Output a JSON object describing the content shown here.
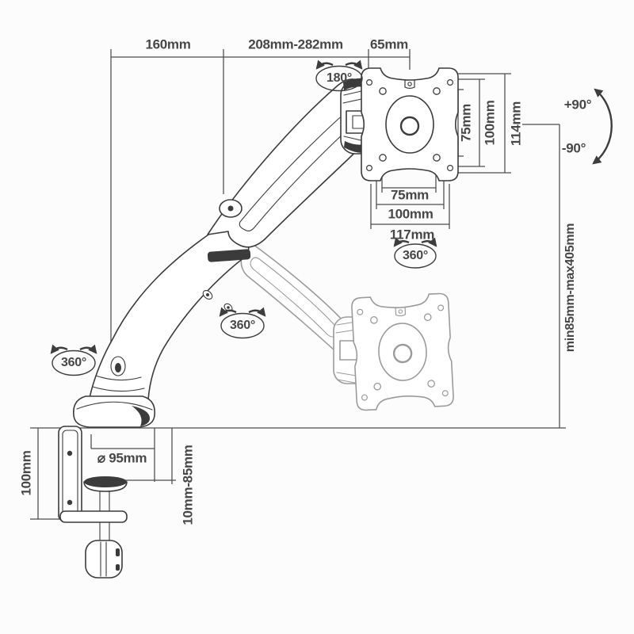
{
  "title": "Gas spring monitor arm dimensional diagram",
  "colors": {
    "background": "#fcfcfc",
    "line": "#3b3b3b",
    "ghost_line": "#9b9b9b",
    "text": "#474747"
  },
  "labels": {
    "top_dimensions": {
      "base_offset": "160mm",
      "arm_reach": "208mm-282mm",
      "head_offset": "65mm"
    },
    "vesa_plate": {
      "vertical_75": "75mm",
      "vertical_100": "100mm",
      "vertical_114": "114mm",
      "horizontal_75": "75mm",
      "horizontal_100": "100mm",
      "horizontal_117": "117mm"
    },
    "rotation": {
      "head_swivel": "180°",
      "plate_rotation": "360°",
      "elbow_rotation": "360°",
      "base_rotation": "360°"
    },
    "tilt": {
      "up": "+90°",
      "down": "-90°"
    },
    "height_range": "min85mm-max405mm",
    "base_diameter": "⌀ 95mm",
    "clamp": {
      "bracket_height": "100mm",
      "desk_thickness_range": "10mm-85mm"
    }
  }
}
